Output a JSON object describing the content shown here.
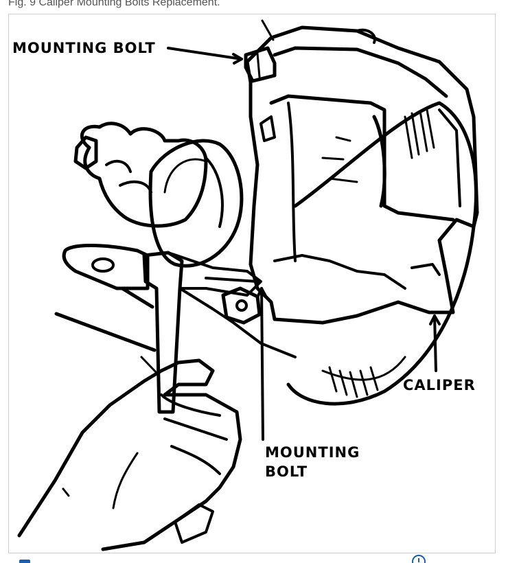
{
  "caption": "Fig. 9 Caliper Mounting Bolts Replacement.",
  "labels": {
    "top_bolt": "MOUNTING BOLT",
    "caliper": "CALIPER",
    "bottom_bolt_line1": "MOUNTING",
    "bottom_bolt_line2": "BOLT"
  },
  "colors": {
    "ink": "#000000",
    "caption": "#555555",
    "accent": "#1a5fb4"
  },
  "icons": {
    "footer_left": "document-icon",
    "footer_right": "info-icon"
  }
}
